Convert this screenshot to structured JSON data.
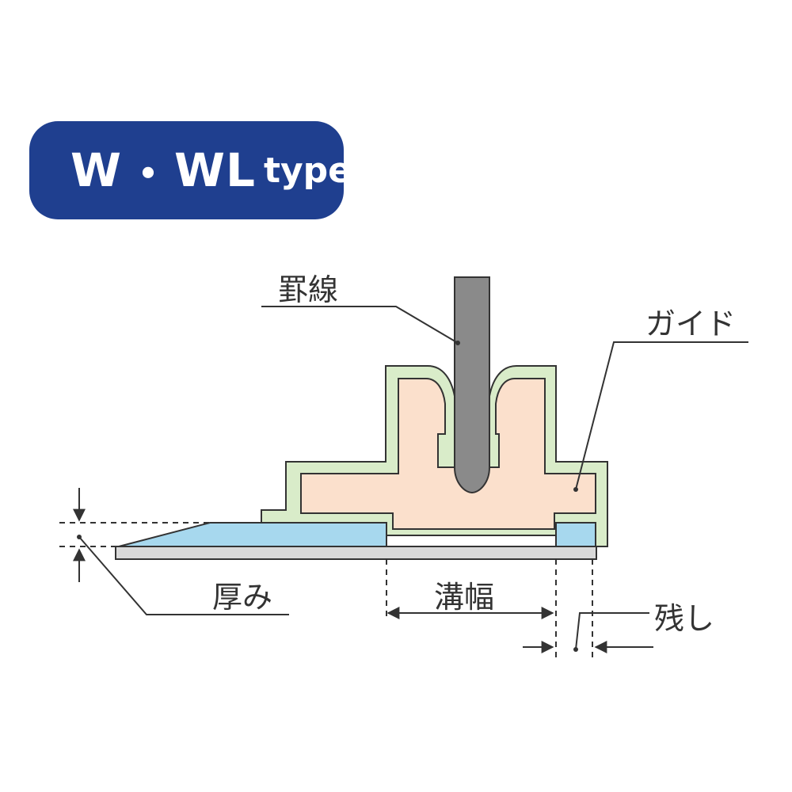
{
  "badge": {
    "type_main": "W",
    "separator": "・",
    "type_sub": "WL",
    "type_suffix": "type"
  },
  "labels": {
    "rule": "罫線",
    "guide": "ガイド",
    "thickness": "厚み",
    "groove_width": "溝幅",
    "remainder": "残し"
  },
  "colors": {
    "badge_bg": "#1f3f8f",
    "guide_fill": "#fbe0cc",
    "guide_outline": "#d9ecc9",
    "material_fill": "#a7d8ee",
    "line": "#333333"
  }
}
